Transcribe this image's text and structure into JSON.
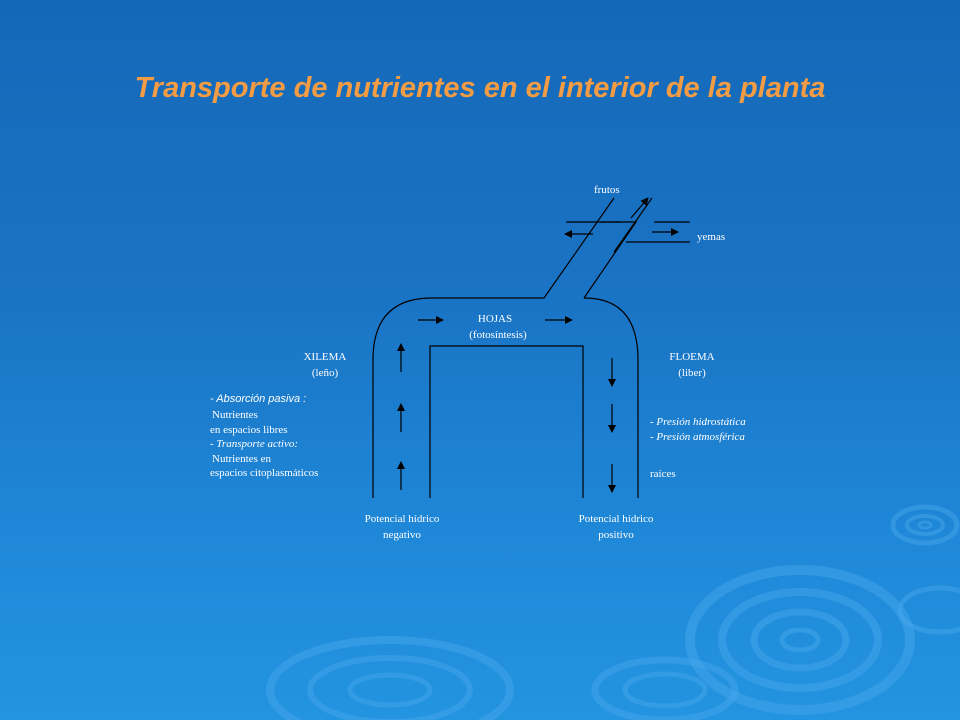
{
  "title": "Transporte de nutrientes en el interior de la planta",
  "colors": {
    "title": "#f39c43",
    "background": "#1a73c4",
    "lines": "#000000",
    "text": "#ffffff"
  },
  "labels": {
    "frutos": "frutos",
    "yemas": "yemas",
    "hojas": "HOJAS",
    "fotosintesis": "(fotosíntesis)",
    "xilema": "XILEMA",
    "lenio": "(leño)",
    "floema": "FLOEMA",
    "liber": "(liber)",
    "absorcion": "- Absorción pasiva :",
    "nutrientes": "Nutrientes",
    "espacios_libres": "en espacios libres",
    "transporte": "- Transporte activo:",
    "nutrientes_en": "Nutrientes en",
    "citoplasmaticos": "espacios citoplasmáticos",
    "presion_hidro": "- Presión hidrostática",
    "presion_atmo": "- Presión atmosférica",
    "raices": "raíces",
    "potencial_neg_1": "Potencial hídrico",
    "potencial_neg_2": "negativo",
    "potencial_pos_1": "Potencial hídrico",
    "potencial_pos_2": "positivo"
  }
}
